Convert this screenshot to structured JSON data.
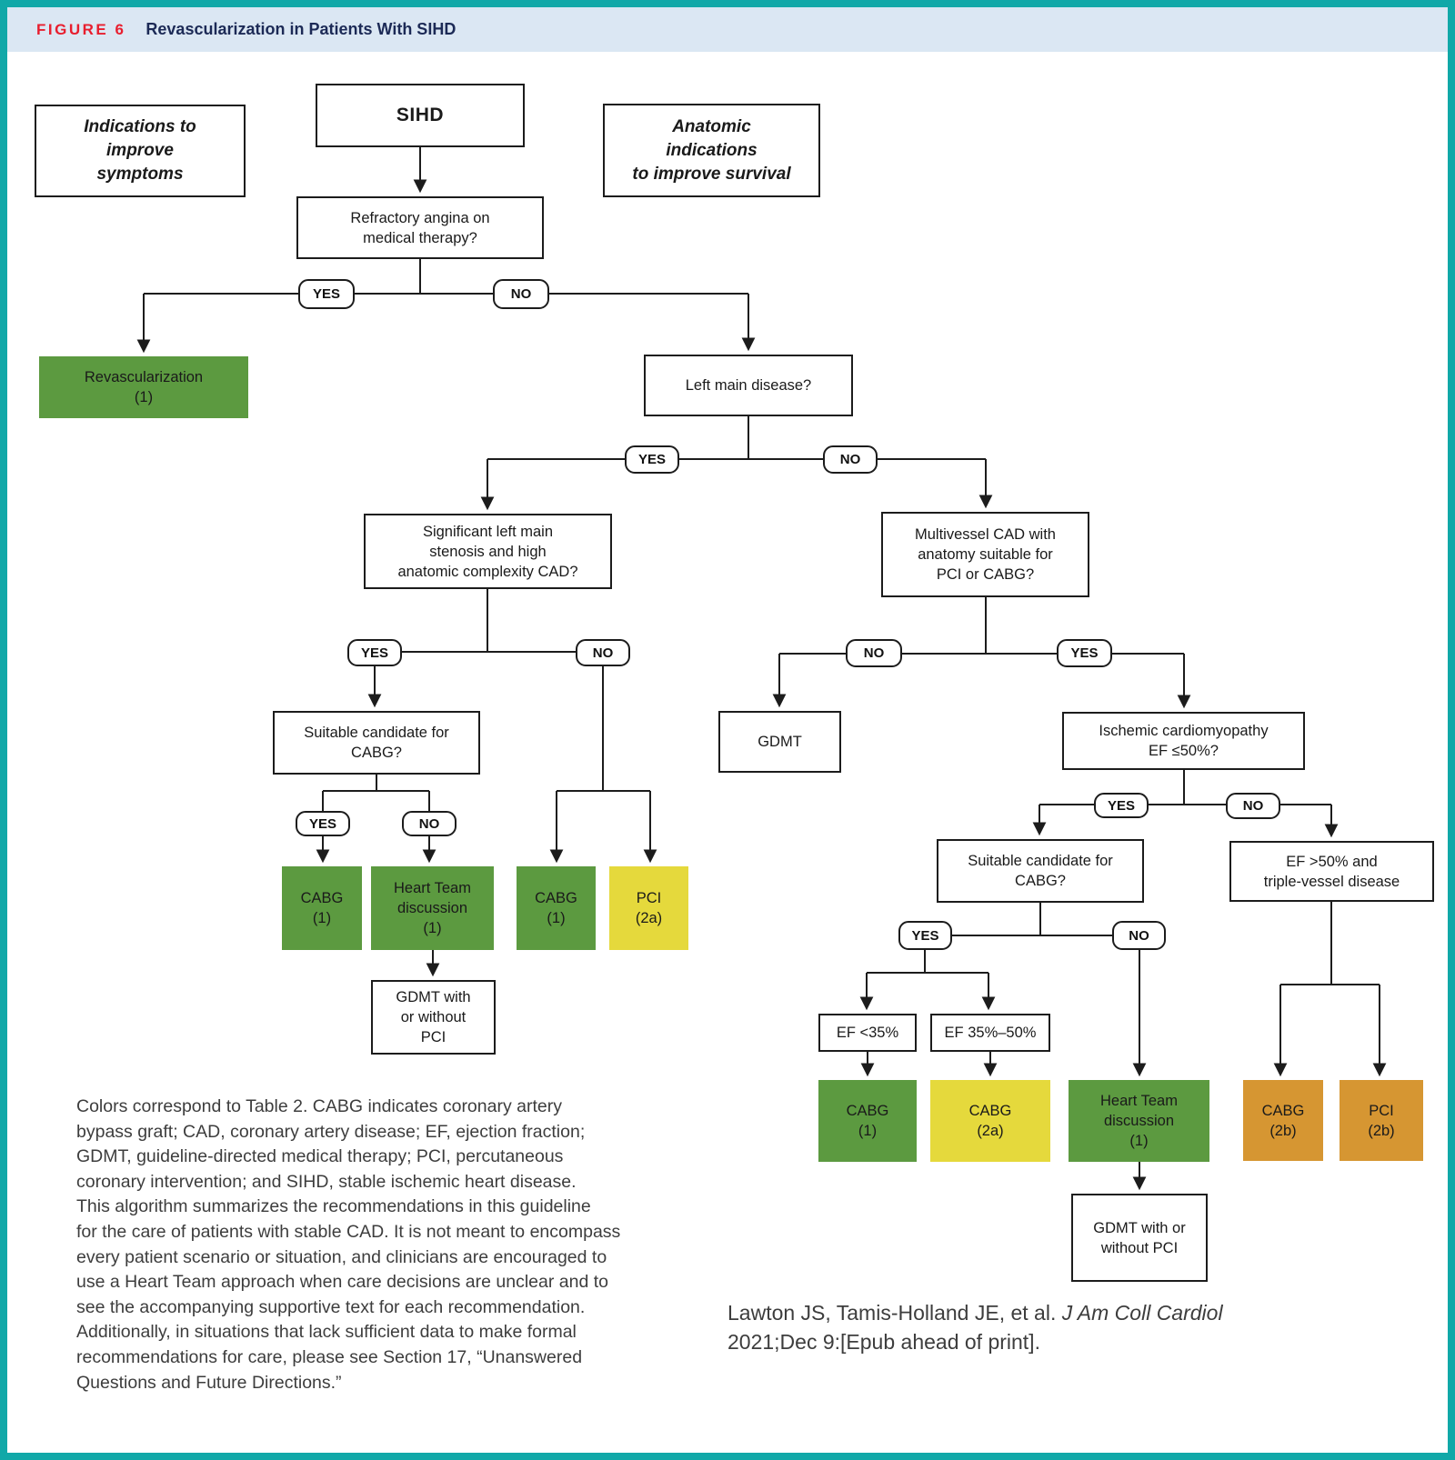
{
  "header": {
    "figure_label": "FIGURE 6",
    "title": "Revascularization in Patients With SIHD"
  },
  "colors": {
    "frame_teal": "#11a8a8",
    "header_bg": "#dbe7f3",
    "figure_label_red": "#e81e2e",
    "title_navy": "#1c2a56",
    "class1_green": "#5c9a40",
    "class2a_yellow": "#e5d93c",
    "class2b_orange": "#d69632"
  },
  "nodes": {
    "indications_symptoms": "Indications to\nimprove\nsymptoms",
    "sihd": "SIHD",
    "anatomic_survival": "Anatomic\nindications\nto improve survival",
    "refractory": "Refractory angina on\nmedical therapy?",
    "revascularization": "Revascularization\n(1)",
    "left_main": "Left main disease?",
    "significant_lm": "Significant left main\nstenosis and high\nanatomic complexity CAD?",
    "multivessel": "Multivessel CAD with\nanatomy suitable for\nPCI or CABG?",
    "suitable_cabg_left": "Suitable candidate for\nCABG?",
    "gdmt": "GDMT",
    "ischemic": "Ischemic cardiomyopathy\nEF ≤50%?",
    "suitable_cabg_right": "Suitable candidate for\nCABG?",
    "ef_triple": "EF >50% and\ntriple-vessel disease",
    "cabg_1_a": "CABG\n(1)",
    "heart_team_left": "Heart Team\ndiscussion\n(1)",
    "cabg_1_b": "CABG\n(1)",
    "pci_2a": "PCI\n(2a)",
    "gdmt_pci_left": "GDMT with\nor without\nPCI",
    "ef_lt35": "EF <35%",
    "ef_35_50": "EF 35%–50%",
    "cabg_1_c": "CABG\n(1)",
    "cabg_2a": "CABG\n(2a)",
    "heart_team_right": "Heart Team\ndiscussion\n(1)",
    "cabg_2b": "CABG\n(2b)",
    "pci_2b": "PCI\n(2b)",
    "gdmt_pci_right": "GDMT with or\nwithout PCI"
  },
  "pill_labels": {
    "yes": "YES",
    "no": "NO"
  },
  "caption": "Colors correspond to Table 2. CABG indicates coronary artery\nbypass graft; CAD, coronary artery disease; EF, ejection fraction;\nGDMT, guideline-directed medical therapy; PCI, percutaneous\ncoronary intervention; and SIHD, stable ischemic heart disease.\nThis algorithm summarizes the recommendations in this guideline\nfor the care of patients with stable CAD. It is not meant to encompass\nevery patient scenario or situation, and clinicians are encouraged to\nuse a Heart Team approach when care decisions are unclear and to\nsee the accompanying supportive text for each recommendation.\nAdditionally, in situations that lack sufficient data to make formal\nrecommendations for care, please see Section 17, “Unanswered\nQuestions and Future Directions.”",
  "citation": {
    "line1_plain": "Lawton JS, Tamis-Holland JE, et al. ",
    "line1_italic": "J Am Coll Cardiol",
    "line2": "2021;Dec 9:[Epub ahead of print]."
  }
}
